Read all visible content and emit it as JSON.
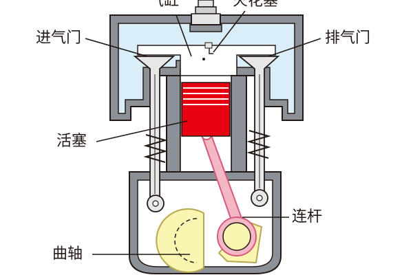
{
  "diagram": {
    "labels": {
      "cylinder_top": "气缸",
      "spark_plug": "火花塞",
      "intake_valve": "进气门",
      "exhaust_valve": "排气门",
      "piston": "活塞",
      "connecting_rod": "连杆",
      "crankshaft": "曲轴"
    },
    "colors": {
      "block_gray": "#8b9197",
      "block_outline": "#231815",
      "water_jacket": "#d9eef8",
      "piston_red": "#e60012",
      "piston_ring": "#ffffff",
      "connecting_rod": "#f4b7c4",
      "rod_outline": "#d65a7c",
      "crankshaft": "#fbf5b2",
      "valve_fill": "#e7e7e7",
      "crankcase_fill": "#ffffff"
    }
  }
}
